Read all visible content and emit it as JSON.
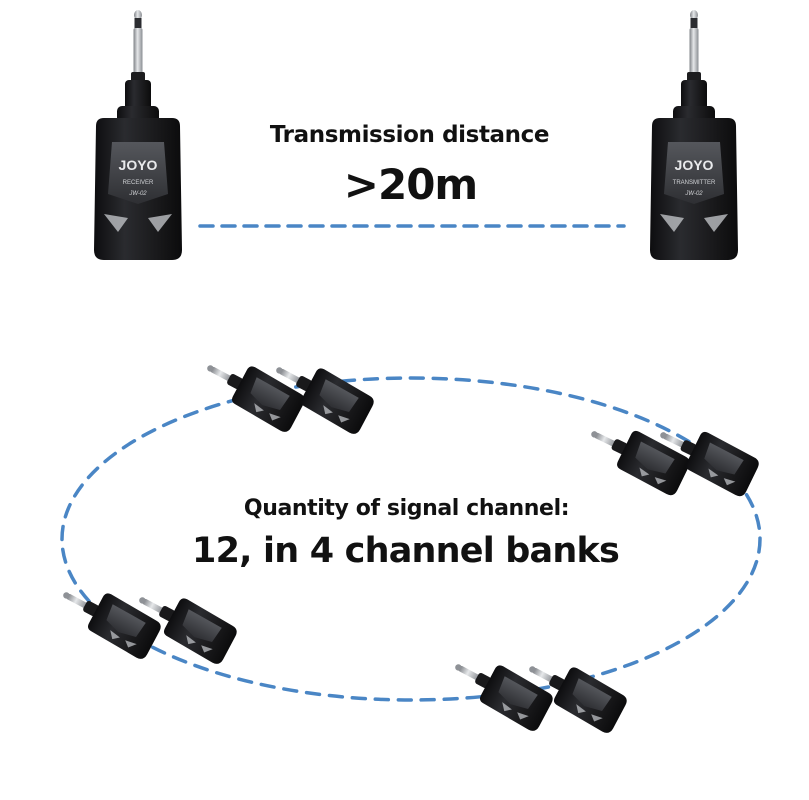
{
  "transmission": {
    "label": "Transmission distance",
    "value": ">20m"
  },
  "channels": {
    "label": "Quantity of signal channel:",
    "value": "12, in 4 channel banks"
  },
  "devices": {
    "brand": "JOYO",
    "model": "JW-02",
    "receiver_label": "RECEIVER",
    "transmitter_label": "TRANSMITTER"
  },
  "colors": {
    "dash": "#4a86c5",
    "device_body": "#1b1b1d",
    "device_face": "#3a3b3f",
    "plug_metal": "#b9bcc0",
    "text": "#111111"
  }
}
